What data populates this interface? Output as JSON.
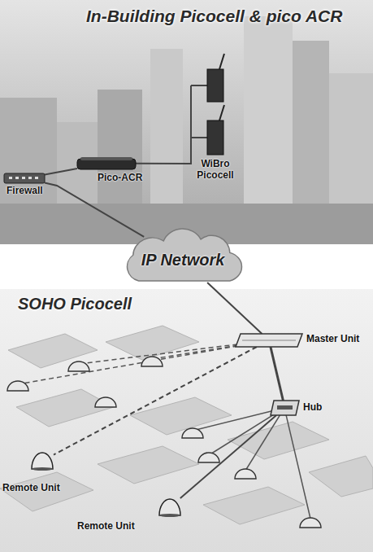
{
  "diagram": {
    "title": "In-Building Picocell & pico ACR",
    "nodes": [
      {
        "text": [
          "WiBro Picocell"
        ]
      },
      {
        "text": [
          "Pico-ACR"
        ]
      },
      {
        "text": [
          "Firewall"
        ]
      },
      {
        "text": [
          "IP Network"
        ]
      },
      {
        "text": [
          "Master Unit"
        ]
      },
      {
        "text": [
          "Hub"
        ]
      },
      {
        "text": [
          "Remote Unit"
        ]
      },
      {
        "text": [
          "Remote Unit"
        ]
      }
    ],
    "edges": [
      {
        "from": 2,
        "to": 1,
        "arrow": "none"
      },
      {
        "from": 1,
        "to": 0,
        "arrow": "none"
      },
      {
        "from": 2,
        "to": 3,
        "arrow": "none"
      },
      {
        "from": 3,
        "to": 4,
        "arrow": "none"
      },
      {
        "from": 4,
        "to": 5,
        "arrow": "none"
      },
      {
        "from": 4,
        "to": 6,
        "arrow": "none"
      },
      {
        "from": 5,
        "to": 7,
        "arrow": "none"
      }
    ],
    "labels": [
      "SOHO Picocell"
    ]
  }
}
